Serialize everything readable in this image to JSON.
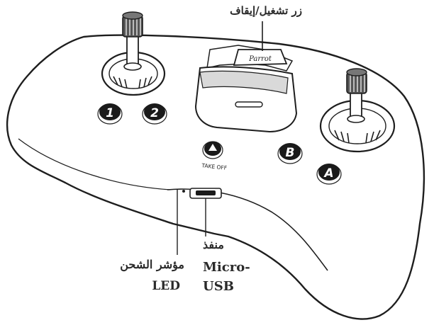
{
  "labels": {
    "power_button": "زر تشغيل/إيقاف",
    "led_indicator_arabic": "مؤشر الشحن",
    "led_indicator_english": "LED",
    "usb_port_arabic": "منفذ",
    "usb_port_line1": "Micro-",
    "usb_port_line2": "USB"
  },
  "controller": {
    "brand": "Parrot",
    "takeoff_label": "TAKE OFF",
    "buttons": [
      "1",
      "2",
      "B",
      "A"
    ]
  }
}
